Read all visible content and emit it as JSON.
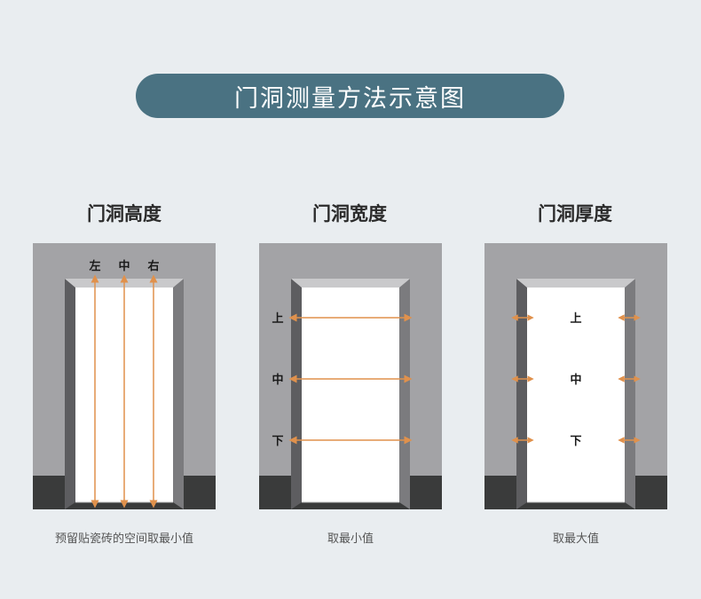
{
  "header": {
    "title": "门洞测量方法示意图"
  },
  "panels": [
    {
      "title": "门洞高度",
      "caption": "预留贴瓷砖的空间取最小值",
      "labels": [
        "左",
        "中",
        "右"
      ]
    },
    {
      "title": "门洞宽度",
      "caption": "取最小值",
      "labels": [
        "上",
        "中",
        "下"
      ]
    },
    {
      "title": "门洞厚度",
      "caption": "取最大值",
      "labels": [
        "上",
        "中",
        "下"
      ]
    }
  ],
  "colors": {
    "banner": "#4a7282",
    "frame": "#a3a3a6",
    "base": "#3a3b3b",
    "arrow": "#e0914c"
  }
}
